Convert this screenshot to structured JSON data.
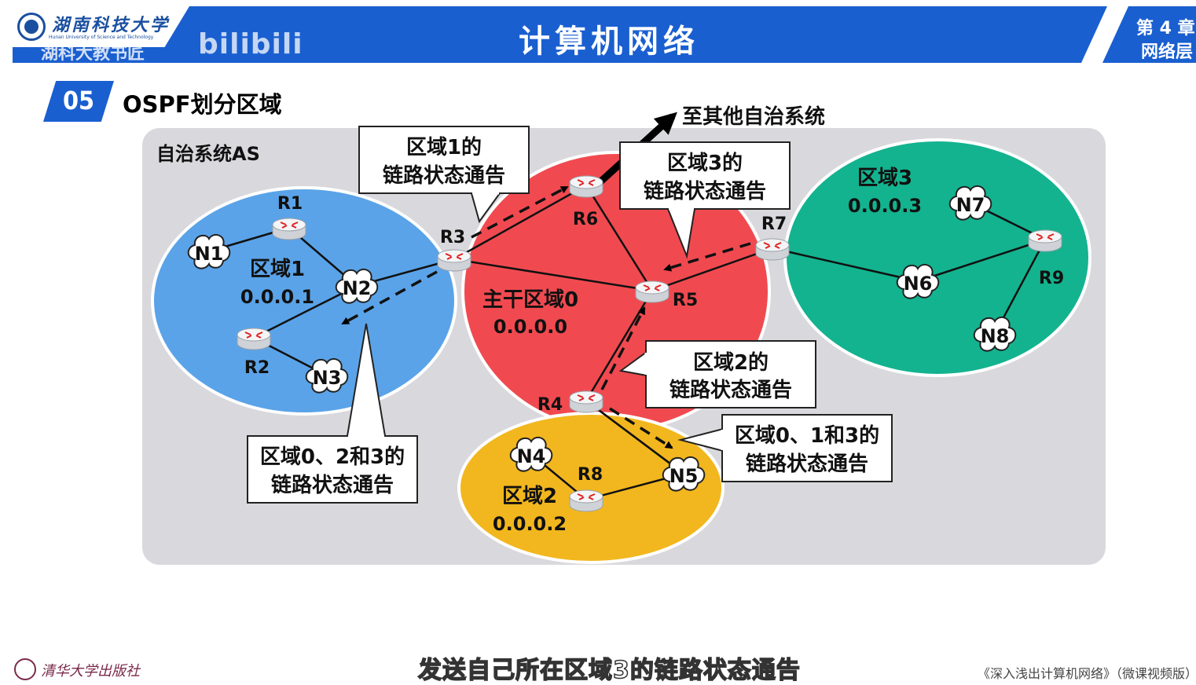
{
  "header": {
    "university": "湖南科技大学",
    "university_en": "Hunan University of Science and Technology",
    "watermark": "湖科大教书匠",
    "watermark_brand": "bilibili",
    "course_title": "计算机网络",
    "chapter_line1": "第 4 章",
    "chapter_line2": "网络层"
  },
  "section": {
    "number": "05",
    "title": "OSPF划分区域"
  },
  "diagram": {
    "as_label": "自治系统AS",
    "external_label": "至其他自治系统",
    "areas": [
      {
        "name": "区域1",
        "id": "0.0.0.1",
        "color": "#5aa3e8"
      },
      {
        "name": "主干区域0",
        "id": "0.0.0.0",
        "color": "#f04a50"
      },
      {
        "name": "区域2",
        "id": "0.0.0.2",
        "color": "#f2b71e"
      },
      {
        "name": "区域3",
        "id": "0.0.0.3",
        "color": "#13b38f"
      }
    ],
    "routers": [
      "R1",
      "R2",
      "R3",
      "R4",
      "R5",
      "R6",
      "R7",
      "R8",
      "R9"
    ],
    "networks": [
      "N1",
      "N2",
      "N3",
      "N4",
      "N5",
      "N6",
      "N7",
      "N8"
    ],
    "callouts": {
      "c1_line1": "区域1的",
      "c1_line2": "链路状态通告",
      "c3_line1": "区域3的",
      "c3_line2": "链路状态通告",
      "c2_line1": "区域2的",
      "c2_line2": "链路状态通告",
      "c023_line1": "区域0、2和3的",
      "c023_line2": "链路状态通告",
      "c013_line1": "区域0、1和3的",
      "c013_line2": "链路状态通告"
    }
  },
  "footer": {
    "subtitle": "发送自己所在区域3的链路状态通告",
    "publisher": "清华大学出版社",
    "book_title": "《深入浅出计算机网络》（微课视频版）"
  }
}
